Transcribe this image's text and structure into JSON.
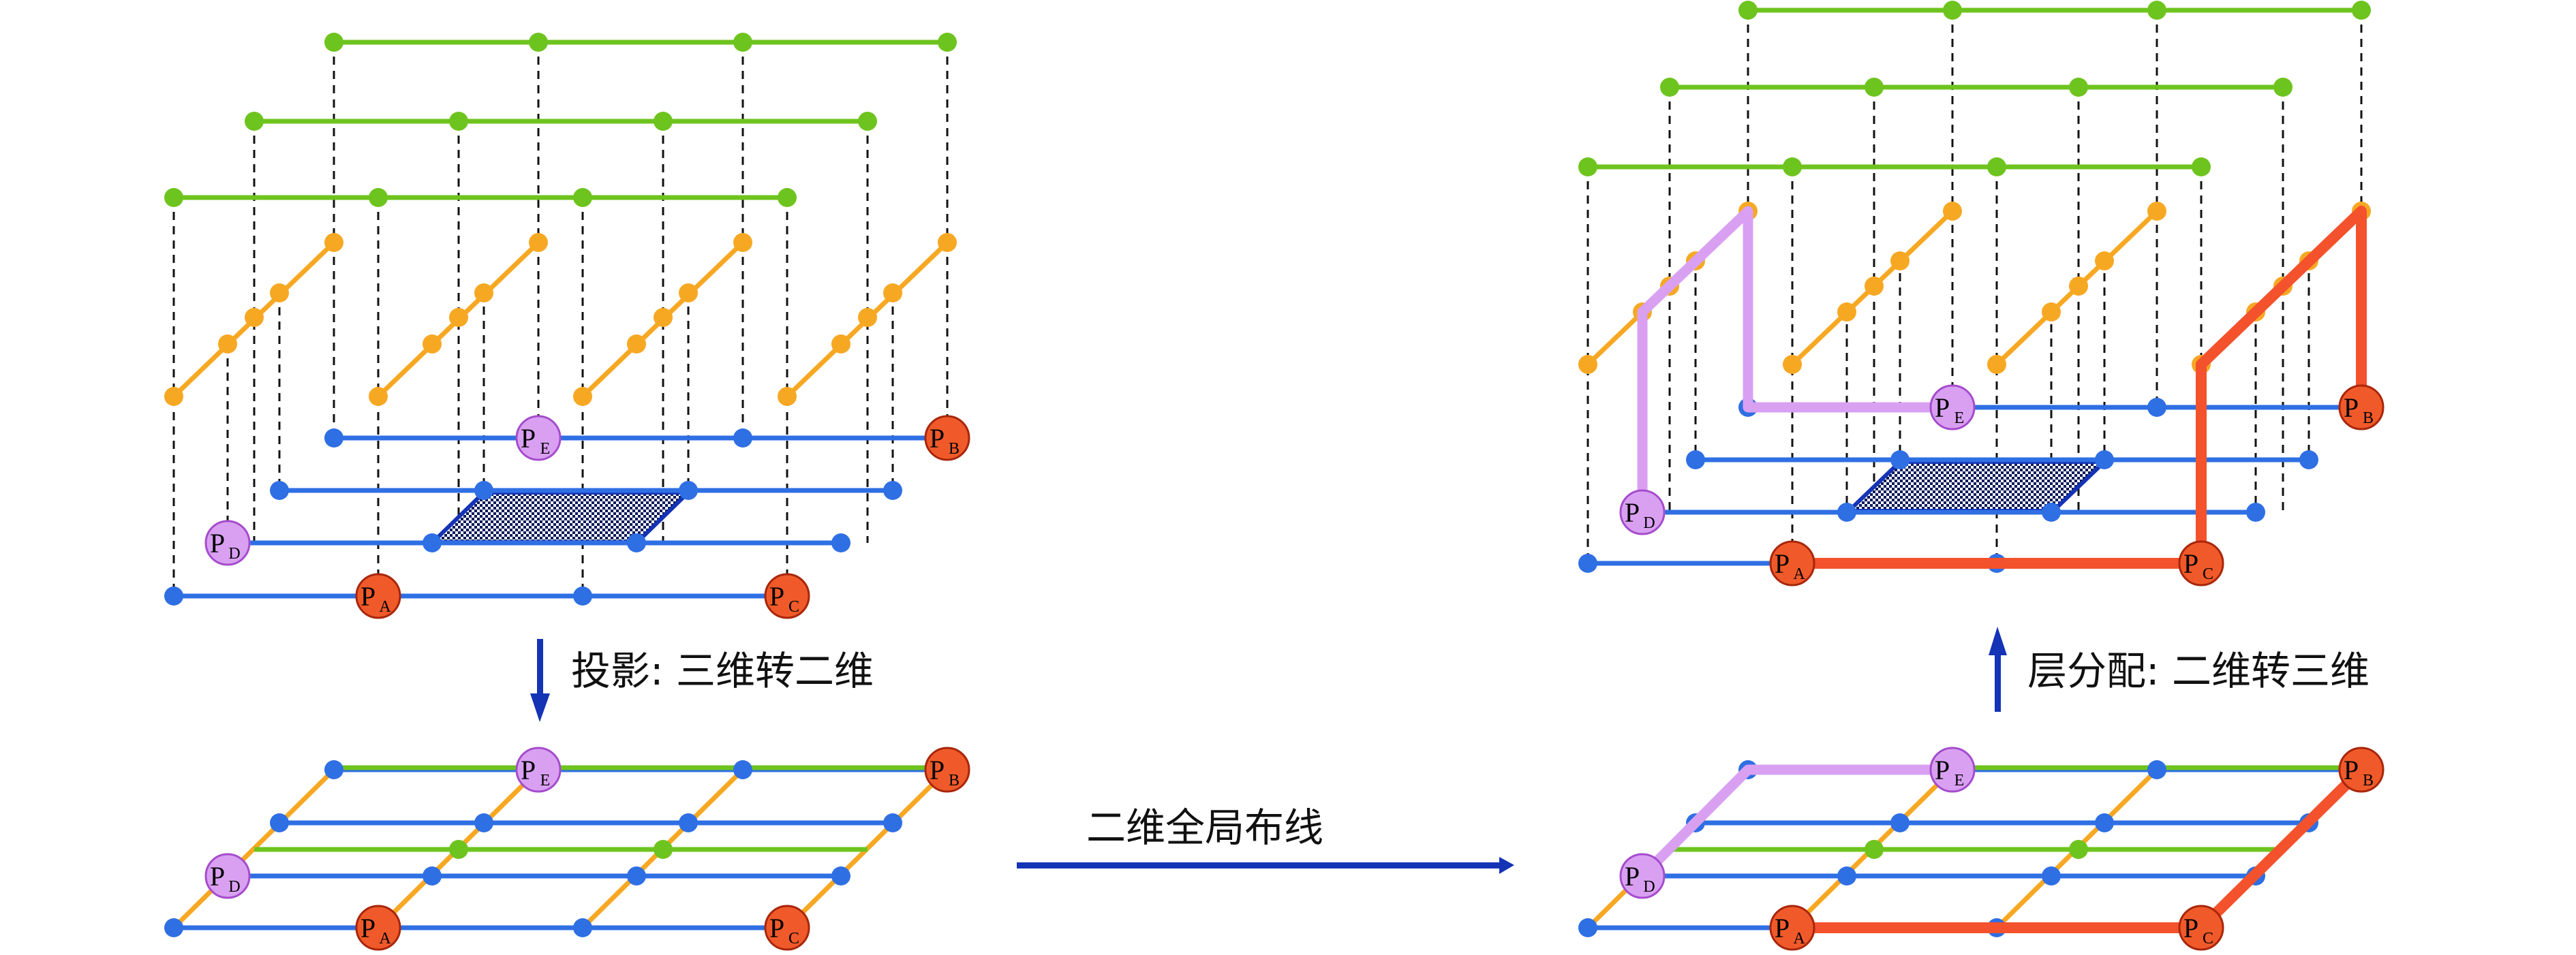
{
  "captions": {
    "projection": "投影: 三维转二维",
    "global_routing": "二维全局布线",
    "layer_assignment": "层分配: 二维转三维"
  },
  "pins": [
    {
      "id": "A",
      "prefix": "P",
      "sub": "A"
    },
    {
      "id": "B",
      "prefix": "P",
      "sub": "B"
    },
    {
      "id": "C",
      "prefix": "P",
      "sub": "C"
    },
    {
      "id": "D",
      "prefix": "P",
      "sub": "D"
    },
    {
      "id": "E",
      "prefix": "P",
      "sub": "E"
    }
  ],
  "colors": {
    "horizontal_layer": "#2f6fe4",
    "diagonal_layer": "#f7a823",
    "top_layer": "#6ec41e",
    "pin_red": "#f05a2a",
    "pin_violet": "#d9a0f2",
    "route_red": "#f3522c",
    "route_violet": "#d9a0f2",
    "arrow": "#1533b5",
    "dashed": "#111111",
    "blockage": "#0b1a5a"
  }
}
